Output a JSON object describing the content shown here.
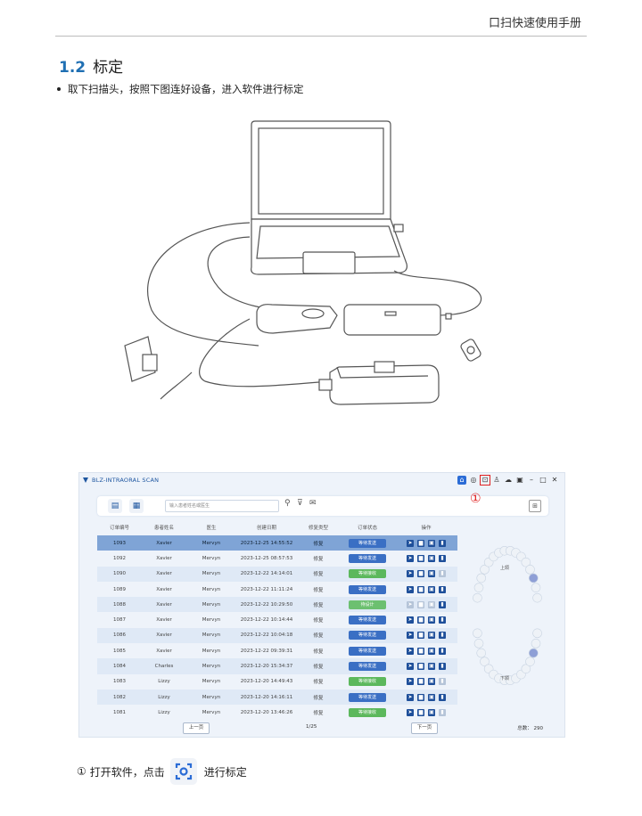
{
  "header": {
    "title": "口扫快速使用手册"
  },
  "section": {
    "number": "1.2",
    "title": "标定"
  },
  "bullet": "取下扫描头，按照下图连好设备，进入软件进行标定",
  "app": {
    "title": "BLZ-INTRAORAL SCAN",
    "search_placeholder": "输入患者姓名或医生",
    "marker": "①",
    "columns": [
      "订单编号",
      "患者姓名",
      "医生",
      "创建日期",
      "修复类型",
      "订单状态",
      "操作"
    ],
    "rows": [
      {
        "id": "1093",
        "patient": "Xavier",
        "doctor": "Mervyn",
        "date": "2023-12-25 14:55:52",
        "type": "修复",
        "status": "等待发送",
        "status_color": "#3a6fc4",
        "selected": true
      },
      {
        "id": "1092",
        "patient": "Xavier",
        "doctor": "Mervyn",
        "date": "2023-12-25 08:57:53",
        "type": "修复",
        "status": "等待发送",
        "status_color": "#3a6fc4"
      },
      {
        "id": "1090",
        "patient": "Xavier",
        "doctor": "Mervyn",
        "date": "2023-12-22 14:14:01",
        "type": "修复",
        "status": "等待接收",
        "status_color": "#5cb85c"
      },
      {
        "id": "1089",
        "patient": "Xavier",
        "doctor": "Mervyn",
        "date": "2023-12-22 11:11:24",
        "type": "修复",
        "status": "等待发送",
        "status_color": "#3a6fc4"
      },
      {
        "id": "1088",
        "patient": "Xavier",
        "doctor": "Mervyn",
        "date": "2023-12-22 10:29:50",
        "type": "修复",
        "status": "待设计",
        "status_color": "#6cc070"
      },
      {
        "id": "1087",
        "patient": "Xavier",
        "doctor": "Mervyn",
        "date": "2023-12-22 10:14:44",
        "type": "修复",
        "status": "等待发送",
        "status_color": "#3a6fc4"
      },
      {
        "id": "1086",
        "patient": "Xavier",
        "doctor": "Mervyn",
        "date": "2023-12-22 10:04:18",
        "type": "修复",
        "status": "等待发送",
        "status_color": "#3a6fc4"
      },
      {
        "id": "1085",
        "patient": "Xavier",
        "doctor": "Mervyn",
        "date": "2023-12-22 09:39:31",
        "type": "修复",
        "status": "等待发送",
        "status_color": "#3a6fc4"
      },
      {
        "id": "1084",
        "patient": "Charles",
        "doctor": "Mervyn",
        "date": "2023-12-20 15:34:37",
        "type": "修复",
        "status": "等待发送",
        "status_color": "#3a6fc4"
      },
      {
        "id": "1083",
        "patient": "Lizzy",
        "doctor": "Mervyn",
        "date": "2023-12-20 14:49:43",
        "type": "修复",
        "status": "等待接收",
        "status_color": "#5cb85c"
      },
      {
        "id": "1082",
        "patient": "Lizzy",
        "doctor": "Mervyn",
        "date": "2023-12-20 14:16:11",
        "type": "修复",
        "status": "等待发送",
        "status_color": "#3a6fc4"
      },
      {
        "id": "1081",
        "patient": "Lizzy",
        "doctor": "Mervyn",
        "date": "2023-12-20 13:46:26",
        "type": "修复",
        "status": "等待接收",
        "status_color": "#5cb85c"
      }
    ],
    "prev": "上一页",
    "next": "下一页",
    "page": "1/25",
    "total": "总数： 290",
    "upper": "上颌",
    "lower": "下颌"
  },
  "caption": {
    "marker": "①",
    "before": "打开软件，点击",
    "after": "进行标定"
  }
}
